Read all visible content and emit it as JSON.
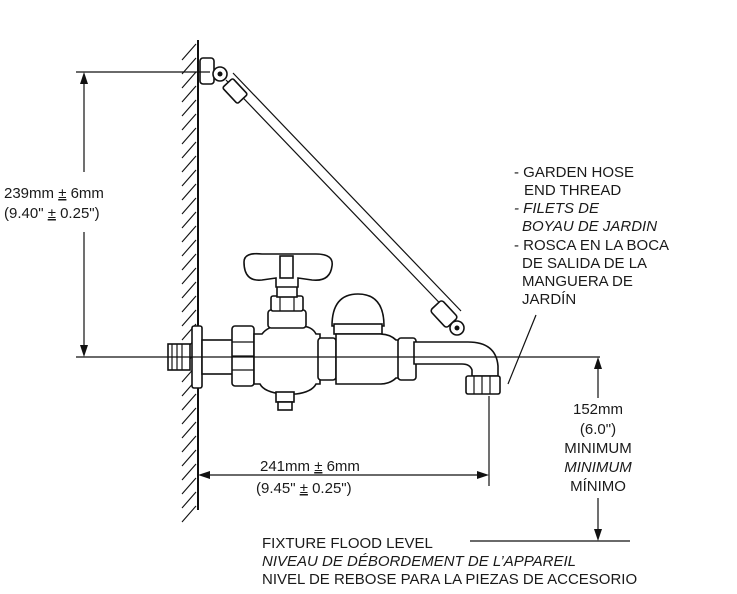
{
  "dimensions": {
    "height_mm": "239mm ",
    "height_pm": "±",
    "height_tol_mm": " 6mm",
    "height_in": "(9.40\" ",
    "height_in_pm": "±",
    "height_in_tol": " 0.25\")",
    "width_mm": "241mm ",
    "width_pm": "±",
    "width_tol_mm": " 6mm",
    "width_in": "(9.45\" ",
    "width_in_pm": "±",
    "width_in_tol": " 0.25\")",
    "clearance_mm": "152mm",
    "clearance_in": "(6.0\")",
    "clearance_en": "MINIMUM",
    "clearance_fr": "MINIMUM",
    "clearance_es": "MÍNIMO"
  },
  "notes": {
    "hose_thread": [
      "- GARDEN HOSE",
      "END THREAD",
      "- FILETS DE",
      "BOYAU DE JARDIN",
      "- ROSCA EN LA BOCA",
      "DE SALIDA DE LA",
      "MANGUERA DE",
      "JARDÍN"
    ],
    "flood_level": [
      "FIXTURE FLOOD LEVEL",
      "NIVEAU DE DÉBORDEMENT DE L’APPAREIL",
      "NIVEL DE REBOSE PARA LA PIEZAS DE ACCESORIO"
    ]
  }
}
